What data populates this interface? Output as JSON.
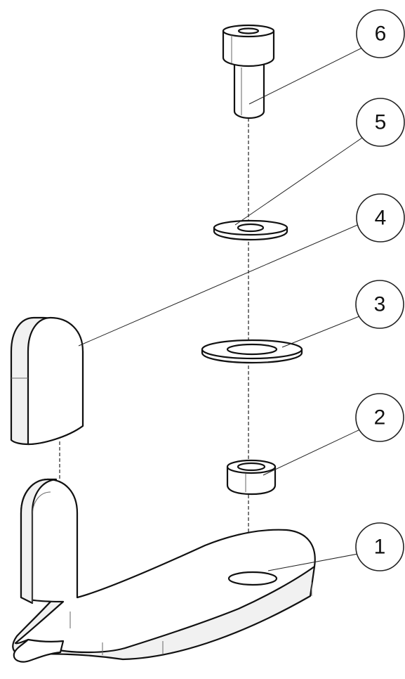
{
  "callouts": [
    {
      "label": "6",
      "part": "cap-screw"
    },
    {
      "label": "5",
      "part": "small-washer"
    },
    {
      "label": "4",
      "part": "pad"
    },
    {
      "label": "3",
      "part": "large-washer"
    },
    {
      "label": "2",
      "part": "spacer-bushing"
    },
    {
      "label": "1",
      "part": "bracket"
    }
  ],
  "colors": {
    "line": "#111111",
    "fill": "#ffffff",
    "background": "#ffffff"
  }
}
